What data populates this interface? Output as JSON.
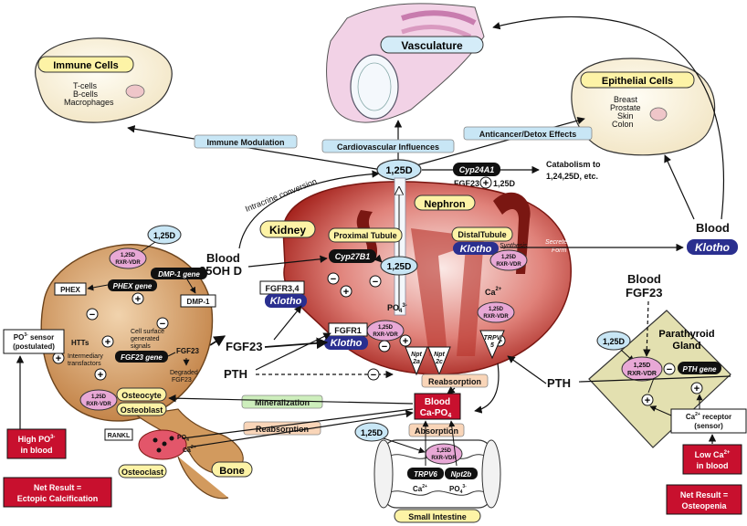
{
  "boxes": {
    "immune_title": "Immune Cells",
    "immune_cells": [
      "T-cells",
      "B-cells",
      "Macrophages"
    ],
    "vasculature": "Vasculature",
    "epithelial_title": "Epithelial Cells",
    "epithelial_cells": [
      "Breast",
      "Prostate",
      "Skin",
      "Colon"
    ],
    "kidney": "Kidney",
    "nephron": "Nephron",
    "proximal_tubule": "Proximal Tubule",
    "distal_tubule": "DistalTubule",
    "parathyroid_line1": "Parathyroid",
    "parathyroid_line2": "Gland",
    "bone": "Bone",
    "small_intestine": "Small Intestine",
    "osteocyte": "Osteocyte",
    "osteoblast": "Osteoblast",
    "osteoclast": "Osteoclast",
    "reabsorption_kidney": "Reabsorption",
    "absorption": "Absorption",
    "mineralization": "Mineralization",
    "reabsorption_bone": "Reabsorption"
  },
  "effects": {
    "immune_modulation": "Immune Modulation",
    "cardiovascular": "Cardiovascular Influences",
    "anticancer": "Anticancer/Detox Effects",
    "catabolism_line1": "Catabolism to",
    "catabolism_line2": "1,24,25D, etc.",
    "intracrine": "Intracrine conversion"
  },
  "molecules": {
    "d125": "1,25D",
    "cyp24a1": "Cyp24A1",
    "cyp27b1": "Cyp27B1",
    "fgf23": "FGF23",
    "fgf23_small": "FGF23",
    "d125_small": "1,25D",
    "klotho": "Klotho",
    "secreted_line1": "Secreted",
    "secreted_line2": "Form",
    "synthesis": "Synthesis",
    "fgfr34": "FGFR3,4",
    "fgfr1": "FGFR1",
    "pth": "PTH",
    "po4": "PO",
    "po4_sup": "3-",
    "po4_sub": "4",
    "ca": "Ca",
    "ca_sup": "2+",
    "vdr_line1": "1,25D",
    "vdr_line2": "RXR-VDR",
    "npt2a_line1": "Npt",
    "npt2a_line2": "2a",
    "npt2c_line1": "Npt",
    "npt2c_line2": "2c",
    "trpv5_line1": "TRPV",
    "trpv5_line2": "5",
    "trpv6": "TRPV6",
    "npt2b": "Npt2b",
    "pth_gene": "PTH gene",
    "ca_receptor_line1": "Ca",
    "ca_receptor_line1_sup": "2+",
    "ca_receptor_line1_rest": " receptor",
    "ca_receptor_line2": "(sensor)",
    "blood_capo4_line1": "Blood",
    "blood_capo4_line2": "Ca-PO",
    "blood_capo4_sub": "4"
  },
  "bone_cell": {
    "phex": "PHEX",
    "phex_gene": "PHEX gene",
    "dmp1_gene": "DMP-1 gene",
    "dmp1": "DMP-1",
    "po4_sensor_line1": "PO",
    "po4_sensor_sup": "3-",
    "po4_sensor_rest": " sensor",
    "po4_sensor_line2": "(postulated)",
    "htts": "HTTs",
    "intermediary_line1": "Intermediary",
    "intermediary_line2": "transfactors",
    "cell_surface_line1": "Cell surface",
    "cell_surface_line2": "generated",
    "cell_surface_line3": "signals",
    "fgf23_gene": "FGF23 gene",
    "fgf23": "FGF23",
    "degraded_line1": "Degraded",
    "degraded_line2": "FGF23",
    "rankl": "RANKL",
    "ca2": "Ca",
    "ca2_sup": "2+",
    "po4": "PO",
    "po4_sub": "4"
  },
  "blood": {
    "blood_25": "Blood",
    "blood_25_line2": "25OH D",
    "blood_fgf23_line1": "Blood",
    "blood_fgf23_line2": "FGF23",
    "blood_klotho_line1": "Blood",
    "blood_klotho_line2": "Klotho",
    "fgf23_main": "FGF23",
    "pth_left": "PTH",
    "pth_right": "PTH"
  },
  "alerts": {
    "high_po4_line1": "High PO",
    "high_po4_sup": "3-",
    "high_po4_line2": "in blood",
    "net_left_line1": "Net Result =",
    "net_left_line2": "Ectopic Calcification",
    "low_ca_line1": "Low Ca",
    "low_ca_sup": "2+",
    "low_ca_line2": "in blood",
    "net_right_line1": "Net Result =",
    "net_right_line2": "Osteopenia"
  },
  "signs": {
    "plus": "+",
    "minus": "−"
  },
  "colors": {
    "kidney": "#c0302a",
    "bone": "#c78a4a",
    "parathyroid": "#e3e0b0",
    "vdr_pink": "#e8a8d6",
    "blue_label": "#c8e6f5",
    "yellow_label": "#fdf3a6",
    "green_label": "#cdeebc",
    "peach_label": "#f9d5b8",
    "klotho_navy": "#2a2f8f",
    "alert_red": "#c8102e"
  }
}
